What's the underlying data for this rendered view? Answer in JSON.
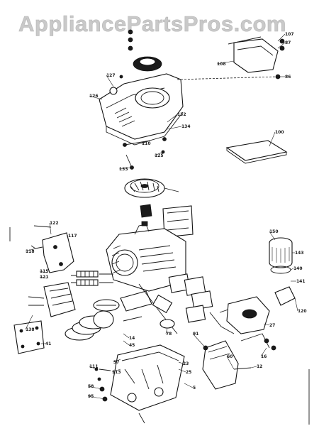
{
  "watermark": "AppliancePartsPros.com",
  "parts": [
    {
      "id": "p107",
      "label": "107"
    },
    {
      "id": "p87",
      "label": "87"
    },
    {
      "id": "p108",
      "label": "108"
    },
    {
      "id": "p86",
      "label": "86"
    },
    {
      "id": "p127",
      "label": "127"
    },
    {
      "id": "p126",
      "label": "126"
    },
    {
      "id": "p132",
      "label": "132"
    },
    {
      "id": "p134",
      "label": "134"
    },
    {
      "id": "p110",
      "label": "110"
    },
    {
      "id": "p125",
      "label": "125"
    },
    {
      "id": "p133",
      "label": "133"
    },
    {
      "id": "p100",
      "label": "100"
    },
    {
      "id": "p122",
      "label": "122"
    },
    {
      "id": "p117",
      "label": "117"
    },
    {
      "id": "p118",
      "label": "118"
    },
    {
      "id": "p115",
      "label": "115"
    },
    {
      "id": "p121",
      "label": "121"
    },
    {
      "id": "p150",
      "label": "150"
    },
    {
      "id": "p143",
      "label": "143"
    },
    {
      "id": "p140",
      "label": "140"
    },
    {
      "id": "p141",
      "label": "141"
    },
    {
      "id": "p120",
      "label": "120"
    },
    {
      "id": "p138",
      "label": "138"
    },
    {
      "id": "p41",
      "label": "41"
    },
    {
      "id": "p91",
      "label": "91"
    },
    {
      "id": "p57",
      "label": "57"
    },
    {
      "id": "p23",
      "label": "23"
    },
    {
      "id": "p25",
      "label": "25"
    },
    {
      "id": "p113",
      "label": "113"
    },
    {
      "id": "p111",
      "label": "111"
    },
    {
      "id": "p58",
      "label": "58"
    },
    {
      "id": "p95",
      "label": "95"
    },
    {
      "id": "p14",
      "label": "14"
    },
    {
      "id": "p45",
      "label": "45"
    },
    {
      "id": "p78",
      "label": "78"
    },
    {
      "id": "p60",
      "label": "60"
    },
    {
      "id": "p16",
      "label": "16"
    },
    {
      "id": "p5",
      "label": "5"
    },
    {
      "id": "p12",
      "label": "12"
    },
    {
      "id": "p27",
      "label": "27"
    }
  ]
}
